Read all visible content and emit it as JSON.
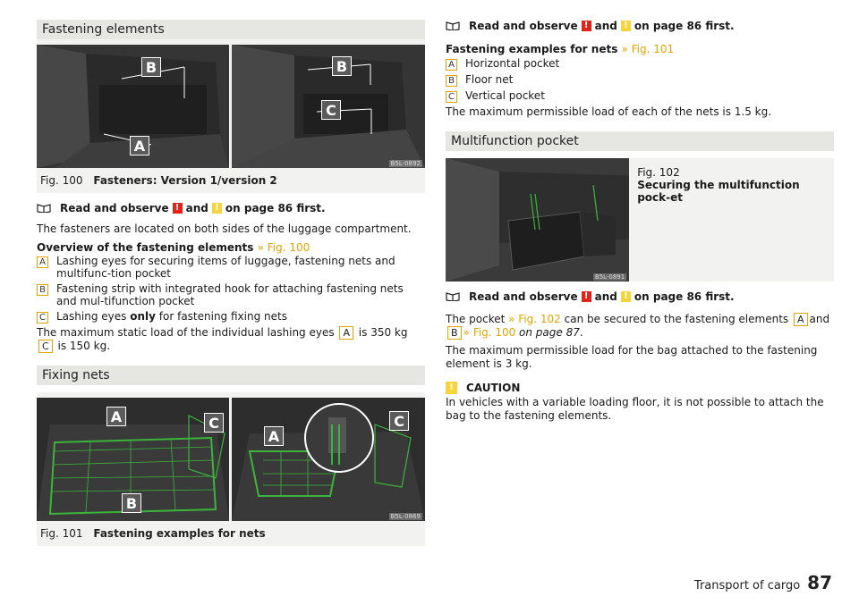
{
  "left": {
    "section1_title": "Fastening elements",
    "fig100": {
      "code": "B5L-0892",
      "num": "Fig. 100",
      "title": "Fasteners: Version 1/version 2",
      "callouts": [
        "A",
        "B",
        "B",
        "C"
      ]
    },
    "ro1": {
      "text_a": "Read and observe",
      "text_b": "and",
      "text_c": "on page 86 first."
    },
    "intro": "The fasteners are located on both sides of the luggage compartment.",
    "overview_label": "Overview of the fastening elements",
    "overview_ref": "» Fig. 100",
    "items": [
      {
        "key": "A",
        "text": "Lashing eyes for securing items of luggage, fastening nets and multifunc-tion pocket"
      },
      {
        "key": "B",
        "text": "Fastening strip with integrated hook for attaching fastening nets and mul-tifunction pocket"
      },
      {
        "key": "C",
        "text_pre": "Lashing eyes",
        "text_bold": "only",
        "text_post": "for fastening fixing nets"
      }
    ],
    "load": {
      "a": "The maximum static load of the individual lashing eyes",
      "k1": "A",
      "b": "is 350 kg",
      "k2": "C",
      "c": "is 150",
      "d": "kg."
    },
    "section2_title": "Fixing nets",
    "fig101": {
      "code": "B5L-0869",
      "num": "Fig. 101",
      "title": "Fastening examples for nets",
      "callouts": [
        "A",
        "C",
        "B",
        "A",
        "C"
      ]
    }
  },
  "right": {
    "ro1": {
      "text_a": "Read and observe",
      "text_b": "and",
      "text_c": "on page 86 first."
    },
    "examples_label": "Fastening examples for nets",
    "examples_ref": "» Fig. 101",
    "items": [
      {
        "key": "A",
        "text": "Horizontal pocket"
      },
      {
        "key": "B",
        "text": "Floor net"
      },
      {
        "key": "C",
        "text": "Vertical pocket"
      }
    ],
    "max_load": "The maximum permissible load of each of the nets is 1.5 kg.",
    "section3_title": "Multifunction pocket",
    "fig102": {
      "code": "B5L-0891",
      "num": "Fig. 102",
      "title": "Securing the multifunction pock-et"
    },
    "ro2": {
      "text_a": "Read and observe",
      "text_b": "and",
      "text_c": "on page 86 first."
    },
    "pocket": {
      "a": "The pocket",
      "ref1": "» Fig. 102",
      "b": "can be secured to the fastening elements",
      "k1": "A",
      "c": "and",
      "k2": "B",
      "ref2": "» Fig. 100",
      "d": "on page 87",
      "e": "."
    },
    "bag_load": "The maximum permissible load for the bag attached to the fastening element is 3 kg.",
    "caution_title": "CAUTION",
    "caution_text": "In vehicles with a variable loading floor, it is not possible to attach the bag to the fastening elements."
  },
  "footer": {
    "section": "Transport of cargo",
    "page": "87"
  },
  "colors": {
    "accent": "#e6a400",
    "warn_red": "#e2231a",
    "warn_yellow": "#f6d43a",
    "net_green": "#3cb43c"
  }
}
